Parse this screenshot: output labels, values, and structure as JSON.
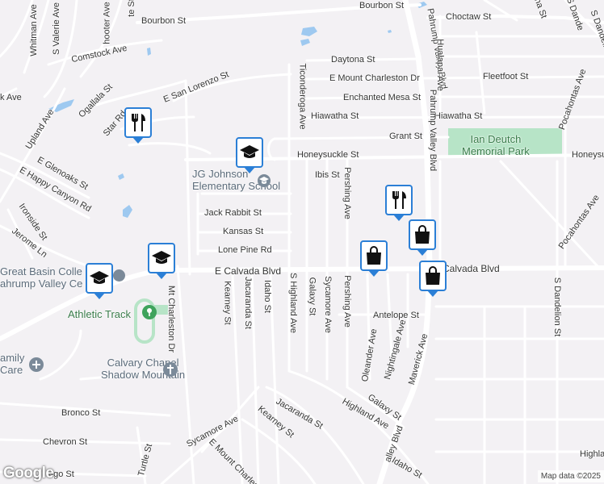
{
  "streets": {
    "bourbon_top": "Bourbon St",
    "bourbon_left": "Bourbon St",
    "choctaw": "Choctaw St",
    "comstock": "Comstock Ave",
    "daytona": "Daytona St",
    "e_mount_charleston_dr": "E Mount Charleston Dr",
    "fleetfoot": "Fleetfoot St",
    "enchanted_mesa": "Enchanted Mesa St",
    "hiawatha_1": "Hiawatha St",
    "hiawatha_2": "Hiawatha St",
    "grant": "Grant St",
    "honeysuckle": "Honeysuckle St",
    "honeysuckle_right": "Honeysu",
    "ibis": "Ibis St",
    "jack_rabbit": "Jack Rabbit St",
    "kansas": "Kansas St",
    "lone_pine": "Lone Pine Rd",
    "e_calvada_blvd": "E Calvada Blvd",
    "calvada_blvd_right": "Calvada Blvd",
    "antelope": "Antelope St",
    "bronco": "Bronco St",
    "chevron": "Chevron St",
    "san_lorenzo": "E San Lorenzo St",
    "ogallala": "Ogallala St",
    "star_rd": "Star Rd",
    "upland": "Upland Ave",
    "glenoaks": "E Glenoaks St",
    "happy_canyon": "E Happy Canyon Rd",
    "ironside": "Ironside St",
    "jerome": "Jerome Ln",
    "whitman": "Whitman Ave",
    "s_valerie": "S Valerie Ave",
    "shooter": "hooter Ave",
    "te_st": "te St",
    "k_ave": "k Ave",
    "ticonderoga": "Ticonderoga Ave",
    "pershing_1": "Pershing Ave",
    "pershing_2": "Pershing Ave",
    "pahrump_valley_1": "Pahrump Valley Blvd",
    "pahrump_valley_2": "Pahrump Valley Blvd",
    "pahrump_valley_3": "alley Blvd",
    "hualapai": "Hualapai Ave",
    "pocahontas_1": "Pocahontas Ave",
    "pocahontas_2": "Pocahontas Ave",
    "s_dandelion": "S Dandelion St",
    "s_dandelion_top": "S Dandeli",
    "s_dandelion_top2": "S Dande",
    "na_st": "na St",
    "mt_charleston_dr": "Mt Charleston Dr",
    "kearney_1": "Kearney St",
    "kearney_2": "Kearney St",
    "jacaranda_1": "Jacaranda St",
    "jacaranda_2": "Jacaranda St",
    "idaho_1": "Idaho St",
    "idaho_2": "Idaho St",
    "s_highland": "S Highland Ave",
    "highland": "Highland Ave",
    "highla_right": "Highla",
    "galaxy_1": "Galaxy St",
    "galaxy_2": "Galaxy St",
    "sycamore_1": "Sycamore Ave",
    "sycamore_2": "Sycamore Ave",
    "oleander": "Oleander Ave",
    "nightingale": "Nightingale Ave",
    "maverick": "Maverick Ave",
    "turtle": "Turtle St",
    "e_mount_charles": "E Mount Charles",
    "ago_st": "ago St"
  },
  "pois": {
    "jg_johnson_line1": "JG Johnson",
    "jg_johnson_line2": "Elementary School",
    "ian_deutch_line1": "Ian Deutch",
    "ian_deutch_line2": "Memorial Park",
    "great_basin_line1": "Great Basin Colle",
    "great_basin_line2": "ahrump Valley Ce",
    "athletic_track": "Athletic Track",
    "calvary_line1": "Calvary Chapel",
    "calvary_line2": "Shadow Mountain",
    "family_line1": "amily",
    "family_line2": "Care"
  },
  "markers": [
    {
      "type": "restaurant",
      "icon": "fork-knife-icon"
    },
    {
      "type": "school",
      "icon": "graduation-cap-icon"
    },
    {
      "type": "school",
      "icon": "graduation-cap-icon"
    },
    {
      "type": "school",
      "icon": "graduation-cap-icon"
    },
    {
      "type": "restaurant",
      "icon": "fork-knife-icon"
    },
    {
      "type": "shopping",
      "icon": "shopping-bag-icon"
    },
    {
      "type": "shopping",
      "icon": "shopping-bag-icon"
    },
    {
      "type": "shopping",
      "icon": "shopping-bag-icon"
    }
  ],
  "footer": {
    "google": "Google",
    "map_data": "Map data ©2025"
  },
  "colors": {
    "background": "#f3f1f4",
    "road": "#ffffff",
    "park": "#b7e4c7",
    "water": "#9ec9f0",
    "marker_border": "#2b7fd6"
  }
}
